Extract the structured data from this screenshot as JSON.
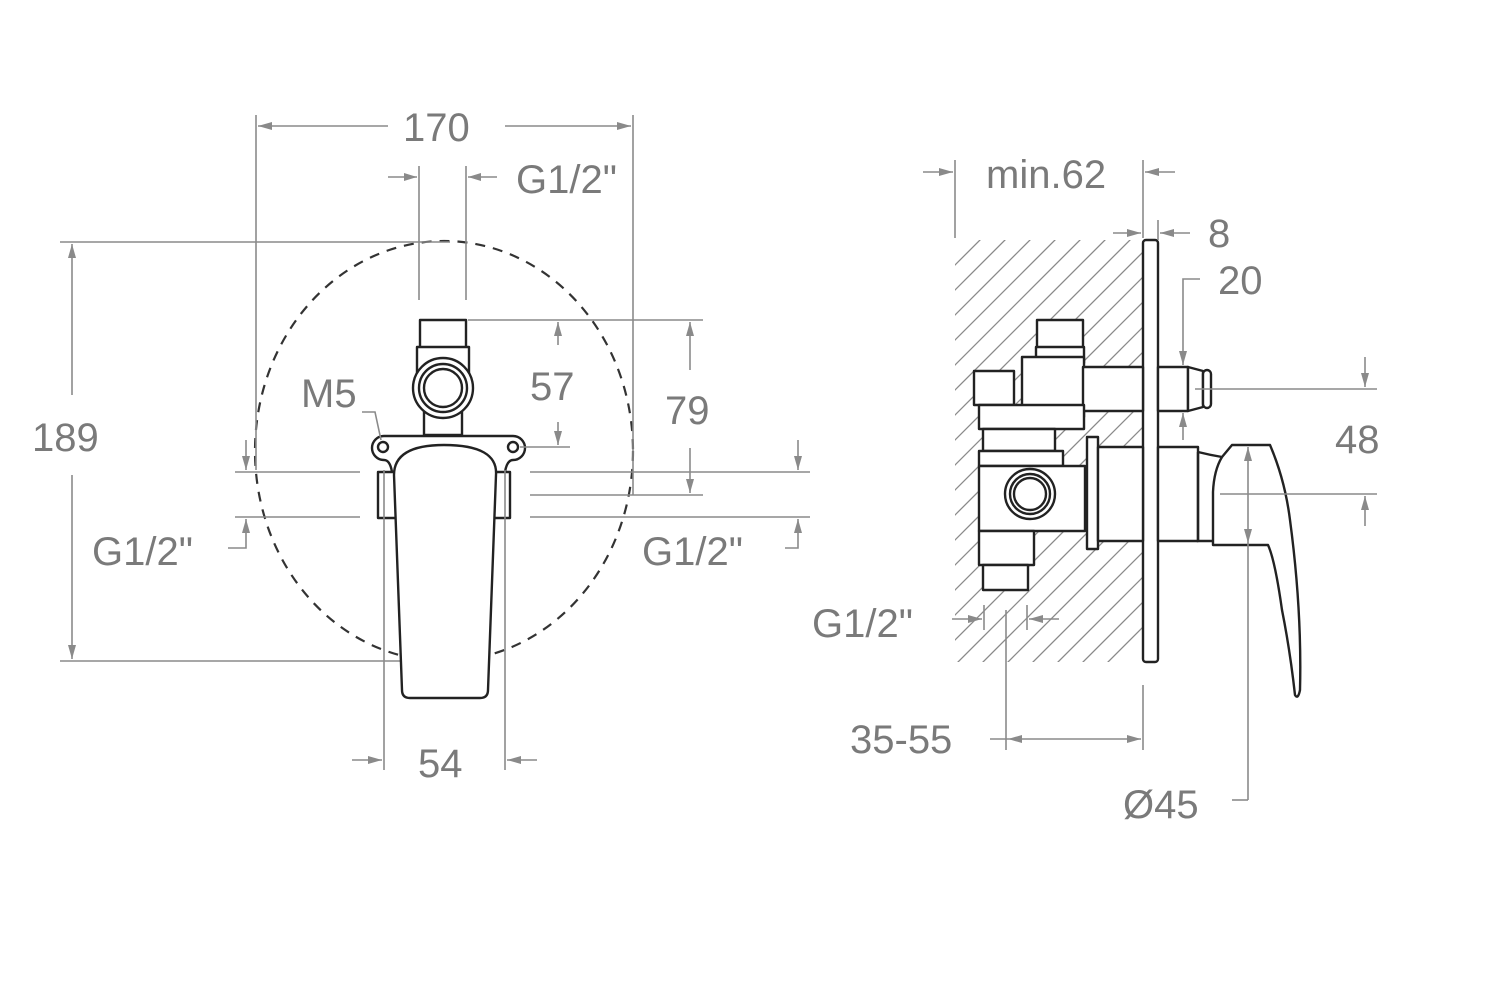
{
  "drawing": {
    "subject": "Concealed single-lever shower mixer",
    "colors": {
      "dimension_line": "#8a8a8a",
      "label_text": "#7a7a7a",
      "object_line": "#222222",
      "background": "#ffffff"
    },
    "front_view": {
      "overall_width": "170",
      "top_outlet_thread": "G1/2\"",
      "overall_height": "189",
      "mount_screw": "M5",
      "top_outlet_offset": "57",
      "top_to_side_outlet": "79",
      "left_inlet_thread": "G1/2\"",
      "right_inlet_thread": "G1/2\"",
      "handle_width": "54"
    },
    "side_view": {
      "wall_depth": "min.62",
      "plate_thickness": "8",
      "spout_projection": "20",
      "outlet_spacing": "48",
      "bottom_outlet_thread": "G1/2\"",
      "install_depth_range": "35-55",
      "cartridge_diameter": "Ø45"
    }
  }
}
